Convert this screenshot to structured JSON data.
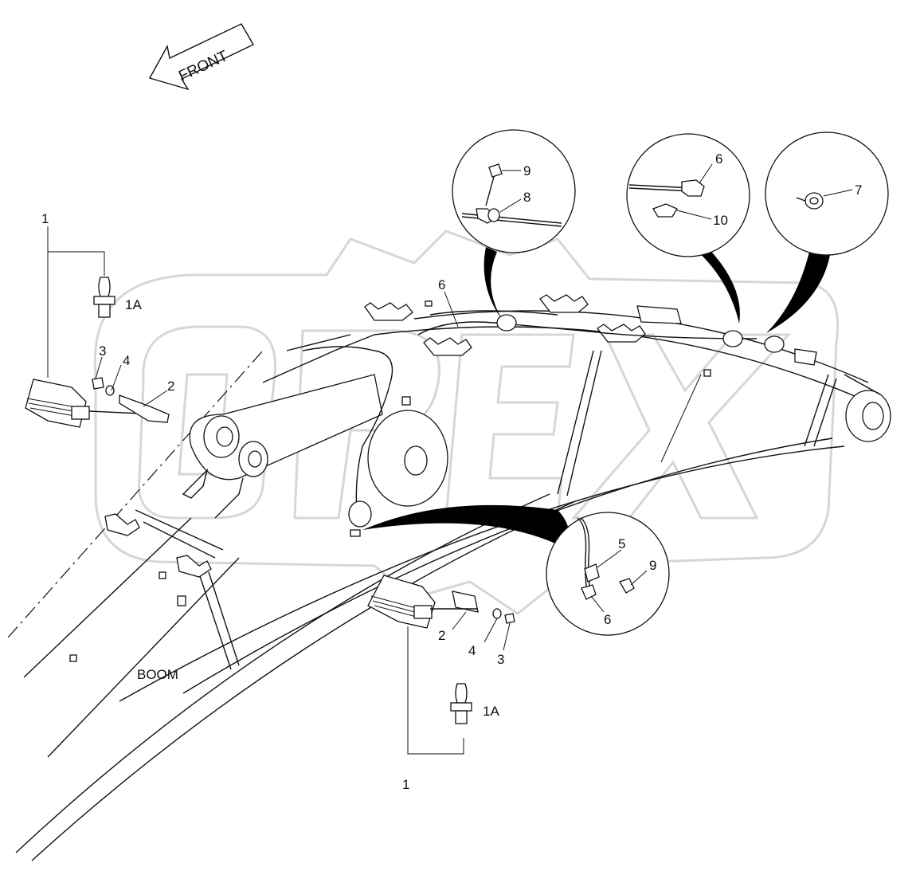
{
  "diagram": {
    "front_arrow_label": "FRONT",
    "boom_label": "BOOM",
    "watermark_text": "OPEX",
    "callouts": {
      "c1_top": "1",
      "c1a_top": "1A",
      "c2_left": "2",
      "c3_left": "3",
      "c4_left": "4",
      "c6_main": "6",
      "c9_det1": "9",
      "c8_det1": "8",
      "c6_det2": "6",
      "c10_det2": "10",
      "c7_det3": "7",
      "c5_det4": "5",
      "c9_det4": "9",
      "c6_det4": "6",
      "c2_bottom": "2",
      "c4_bottom": "4",
      "c3_bottom": "3",
      "c1a_bottom": "1A",
      "c1_bottom": "1"
    }
  }
}
